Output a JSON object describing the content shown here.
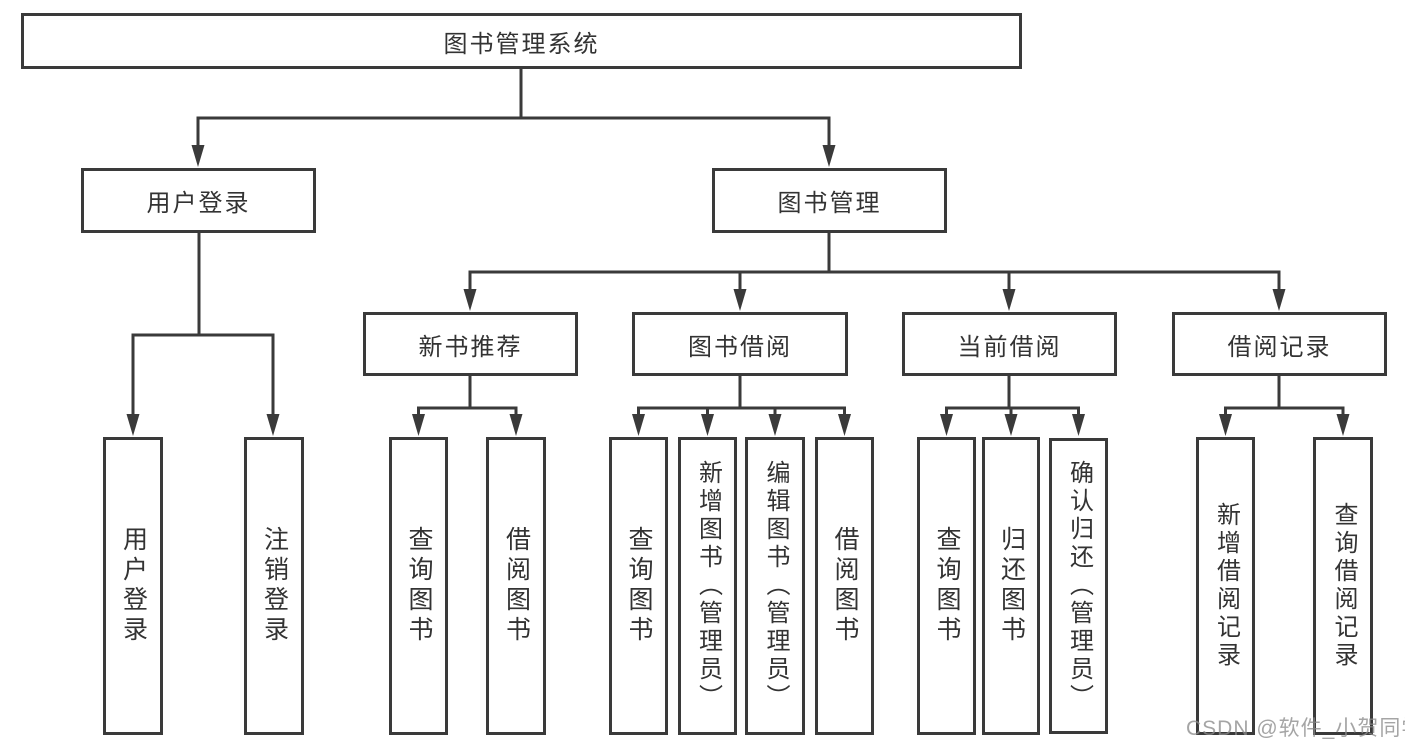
{
  "diagram": {
    "title": "图书管理系统",
    "type": "hierarchy-tree"
  },
  "nodes": {
    "root": {
      "label": "图书管理系统"
    },
    "user_login": {
      "label": "用户登录"
    },
    "book_mgmt": {
      "label": "图书管理"
    },
    "new_book_rec": {
      "label": "新书推荐"
    },
    "book_borrow": {
      "label": "图书借阅"
    },
    "current_borrow": {
      "label": "当前借阅"
    },
    "borrow_records": {
      "label": "借阅记录"
    },
    "leaf_user_login": {
      "label": "用户登录"
    },
    "leaf_logout": {
      "label": "注销登录"
    },
    "nbr_query_books": {
      "label": "查询图书"
    },
    "nbr_borrow_books": {
      "label": "借阅图书"
    },
    "bb_query_books": {
      "label": "查询图书"
    },
    "bb_add_books": {
      "label": "新增图书（管理员）"
    },
    "bb_edit_books": {
      "label": "编辑图书（管理员）"
    },
    "bb_borrow_books": {
      "label": "借阅图书"
    },
    "cb_query_books": {
      "label": "查询图书"
    },
    "cb_return_books": {
      "label": "归还图书"
    },
    "cb_confirm_return": {
      "label": "确认归还（管理员）"
    },
    "br_add_record": {
      "label": "新增借阅记录"
    },
    "br_query_record": {
      "label": "查询借阅记录"
    }
  },
  "hierarchy": {
    "图书管理系统": {
      "用户登录": [
        "用户登录",
        "注销登录"
      ],
      "图书管理": {
        "新书推荐": [
          "查询图书",
          "借阅图书"
        ],
        "图书借阅": [
          "查询图书",
          "新增图书（管理员）",
          "编辑图书（管理员）",
          "借阅图书"
        ],
        "当前借阅": [
          "查询图书",
          "归还图书",
          "确认归还（管理员）"
        ],
        "借阅记录": [
          "新增借阅记录",
          "查询借阅记录"
        ]
      }
    }
  },
  "watermark": "CSDN @软件_小贺同学",
  "colors": {
    "line": "#3a3a3a",
    "box_border": "#3a3a3a",
    "box_fill": "#ffffff",
    "text": "#333333",
    "watermark": "#8c8c8c",
    "background": "#ffffff"
  }
}
